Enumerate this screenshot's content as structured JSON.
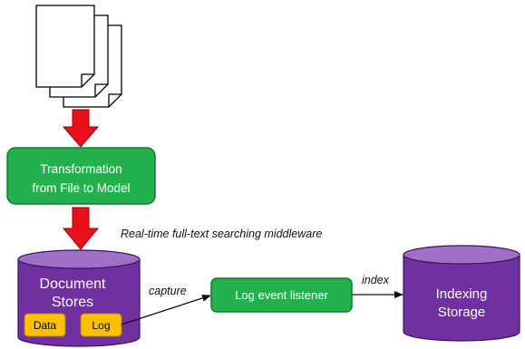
{
  "middleware_label": "Real-time full-text searching middleware",
  "transform_box": {
    "line1": "Transformation",
    "line2": "from File to Model"
  },
  "document_stores": {
    "line1": "Document",
    "line2": "Stores"
  },
  "data_tag": "Data",
  "log_tag": "Log",
  "capture_label": "capture",
  "listener_box": "Log event listener",
  "index_label": "index",
  "indexing_storage": {
    "line1": "Indexing",
    "line2": "Storage"
  },
  "colors": {
    "green_fill": "#22b14c",
    "green_stroke": "#157a32",
    "purple_fill": "#7030a0",
    "purple_top": "#a070c8",
    "yellow_fill": "#ffc000",
    "red_arrow": "#e8101a"
  }
}
